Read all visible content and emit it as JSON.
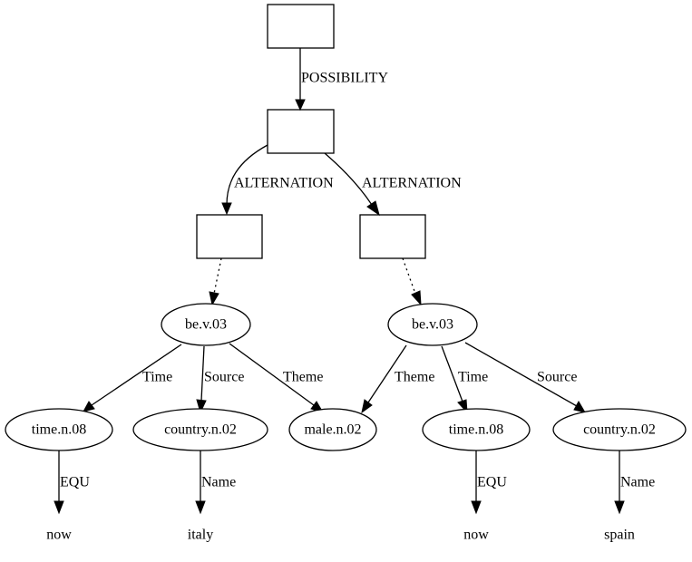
{
  "nodes": {
    "box_top": "",
    "box_mid": "",
    "box_left": "",
    "box_right": "",
    "be_left": "be.v.03",
    "be_right": "be.v.03",
    "time_left": "time.n.08",
    "country_left": "country.n.02",
    "male": "male.n.02",
    "time_right": "time.n.08",
    "country_right": "country.n.02",
    "now_left": "now",
    "italy": "italy",
    "now_right": "now",
    "spain": "spain"
  },
  "edges": {
    "possibility": "POSSIBILITY",
    "alternation_left": "ALTERNATION",
    "alternation_right": "ALTERNATION",
    "left_time": "Time",
    "left_source": "Source",
    "left_theme": "Theme",
    "right_theme": "Theme",
    "right_time": "Time",
    "right_source": "Source",
    "equ_left": "EQU",
    "name_left": "Name",
    "equ_right": "EQU",
    "name_right": "Name"
  }
}
